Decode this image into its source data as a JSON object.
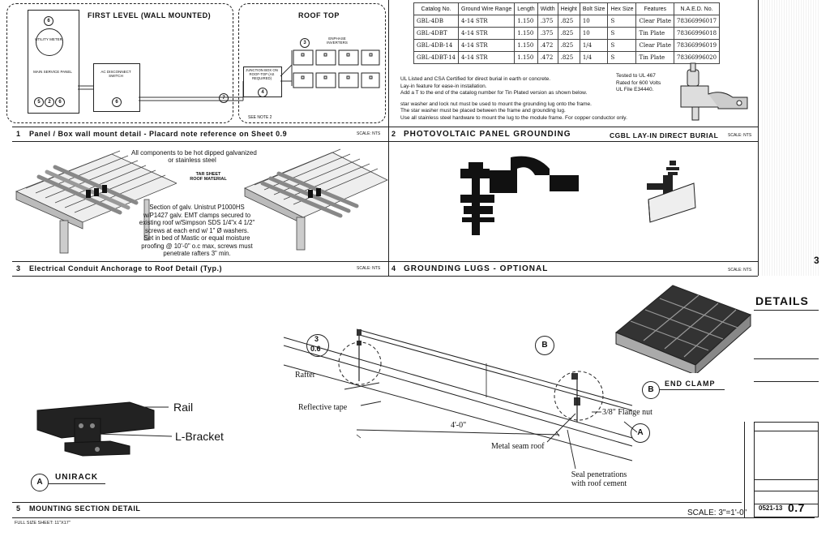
{
  "panel1": {
    "first_level": "FIRST LEVEL (WALL MOUNTED)",
    "roof_top": "ROOF TOP",
    "utility_meter": "UTILITY METER",
    "main_service_panel": "MAIN SERVICE PANEL",
    "ac_disconnect": "AC DISCONNECT SWITCH",
    "enphase_inverters": "ENPHASE INVERTERS",
    "junction_box": "JUNCTION BOX ON ROOF-TOP (AS REQUIRED)",
    "see_note": "SEE NOTE 2",
    "tag_6": "6",
    "tags_5_2_6": [
      "5",
      "2",
      "6"
    ],
    "tag_ac": "6",
    "tag_3": "3",
    "tag_4": "4",
    "tag_7": "7",
    "title_num": "1",
    "title": "Panel / Box wall mount detail - Placard note reference on Sheet 0.9",
    "scale": "SCALE: NTS"
  },
  "panel2": {
    "headers": [
      "Catalog No.",
      "Ground Wire Range",
      "Length",
      "Width",
      "Height",
      "Bolt Size",
      "Hex Size",
      "Features",
      "N.A.E.D. No."
    ],
    "rows": [
      [
        "GBL-4DB",
        "4-14 STR",
        "1.150",
        ".375",
        ".825",
        "10",
        "S",
        "Clear Plate",
        "78366996017"
      ],
      [
        "GBL-4DBT",
        "4-14 STR",
        "1.150",
        ".375",
        ".825",
        "10",
        "S",
        "Tin Plate",
        "78366996018"
      ],
      [
        "GBL-4DB-14",
        "4-14 STR",
        "1.150",
        ".472",
        ".825",
        "1/4",
        "S",
        "Clear Plate",
        "78366996019"
      ],
      [
        "GBL-4DBT-14",
        "4-14 STR",
        "1.150",
        ".472",
        ".825",
        "1/4",
        "S",
        "Tin Plate",
        "78366996020"
      ]
    ],
    "notes": [
      "UL Listed and CSA Certified for direct burial in earth or concrete.",
      "Lay-in feature for ease-in installation.",
      "Add a T to the end of the catalog number for Tin Plated version as shown below.",
      "",
      "star washer and lock nut must be used to mount the grounding lug onto the frame.",
      "The star washer must be placed between the frame and grounding lug.",
      "Use all stainless steel hardware to mount the lug to the module frame. For copper conductor only."
    ],
    "ul_notes": [
      "Tested to UL 467",
      "Rated for 600 Volts",
      "UL File E34440."
    ],
    "title_num": "2",
    "title": "PHOTOVOLTAIC PANEL GROUNDING",
    "subtitle": "CGBL LAY-IN DIRECT BURIAL",
    "scale": "SCALE: NTS"
  },
  "panel3": {
    "note_top": [
      "All components to be hot dipped galvanized",
      "or stainless steel"
    ],
    "tar_sheet": [
      "TAR SHEET",
      "ROOF MATERIAL"
    ],
    "section_note": [
      "Section of galv. Unistrut P1000HS",
      "w/P1427 galv. EMT clamps secured to",
      "existing roof w/Simpson SDS 1/4\"x 4 1/2\"",
      "screws at each end w/ 1\" Ø washers.",
      "Set in bed of Mastic or equal moisture",
      "proofing @ 10'-0\" o.c max, screws must",
      "penetrate rafters 3\" min."
    ],
    "title_num": "3",
    "title": "Electrical Conduit Anchorage to Roof Detail (Typ.)",
    "scale": "SCALE: NTS"
  },
  "panel4": {
    "title_num": "4",
    "title": "GROUNDING LUGS - OPTIONAL",
    "scale": "SCALE: NTS"
  },
  "side": {
    "sheet_marker": "3",
    "details": "DETAILS"
  },
  "panel5": {
    "rail": "Rail",
    "l_bracket": "L-Bracket",
    "unirack_tag": "A",
    "unirack": "UNIRACK",
    "ref_top": "3",
    "ref_bottom": "0.6",
    "rafter": "Rafter",
    "reflective_tape": "Reflective tape",
    "dim": "4'-0\"",
    "metal_seam": "Metal seam roof",
    "flange_nut": "3/8\" Flange nut",
    "seal": [
      "Seal penetrations",
      "with roof cement"
    ],
    "b_tag": "B",
    "a_tag": "A",
    "end_clamp_tag": "B",
    "end_clamp": "END CLAMP",
    "title_num": "5",
    "title": "MOUNTING SECTION DETAIL",
    "scale": "SCALE: 3\"=1'-0\""
  },
  "title_block": {
    "sheet_no": "0521-13",
    "sheet_id": "0.7"
  },
  "footer": {
    "sheet_size": "FULL SIZE SHEET: 11\"X17\""
  }
}
